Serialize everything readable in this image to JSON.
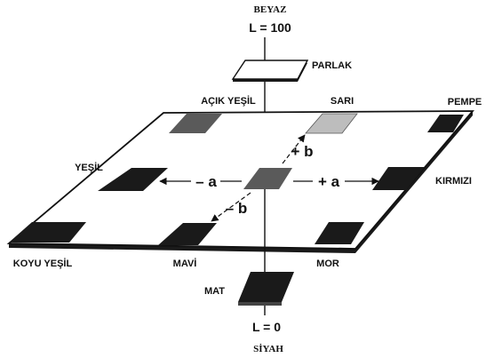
{
  "poles": {
    "white": "BEYAZ",
    "l_top": "L = 100",
    "l_bottom": "L = 0",
    "black": "SİYAH"
  },
  "finish": {
    "glossy": "PARLAK",
    "matte": "MAT"
  },
  "colors": {
    "light_green": "AÇIK YEŞİL",
    "yellow": "SARI",
    "pink": "PEMPE",
    "green": "YEŞİL",
    "red": "KIRMIZI",
    "dark_green": "KOYU YEŞİL",
    "blue": "MAVİ",
    "purple": "MOR"
  },
  "axes": {
    "plus_b": "+ b",
    "minus_b": "– b",
    "minus_a": "– a",
    "plus_a": "+ a"
  },
  "swatch_colors": {
    "dark": "#1a1a1a",
    "mid_gray": "#5a5a5a",
    "light_gray": "#bdbdbd",
    "white": "#ffffff"
  }
}
